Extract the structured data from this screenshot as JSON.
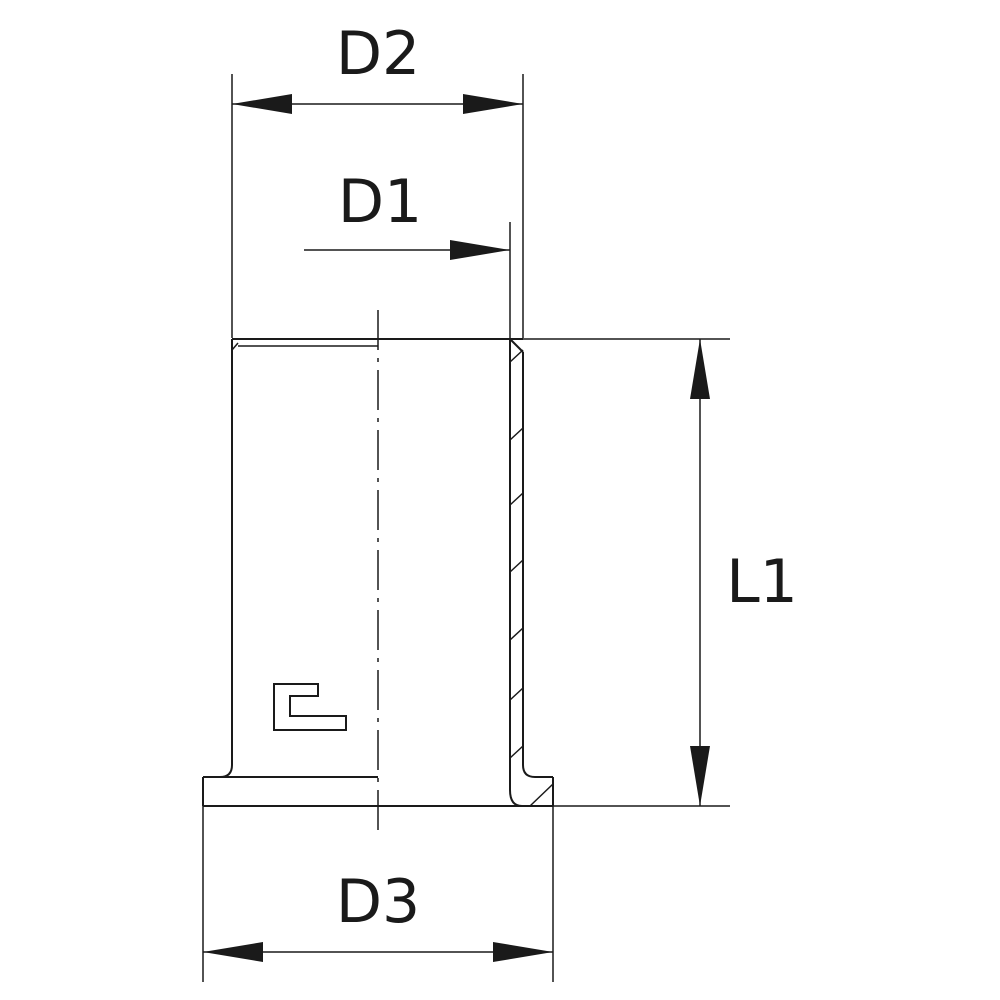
{
  "dimensions": {
    "d2": "D2",
    "d1": "D1",
    "d3": "D3",
    "l1": "L1"
  },
  "colors": {
    "line": "#1a1a1a",
    "background": "#ffffff"
  },
  "icons": {
    "profile_symbol": "flange-profile-icon"
  }
}
